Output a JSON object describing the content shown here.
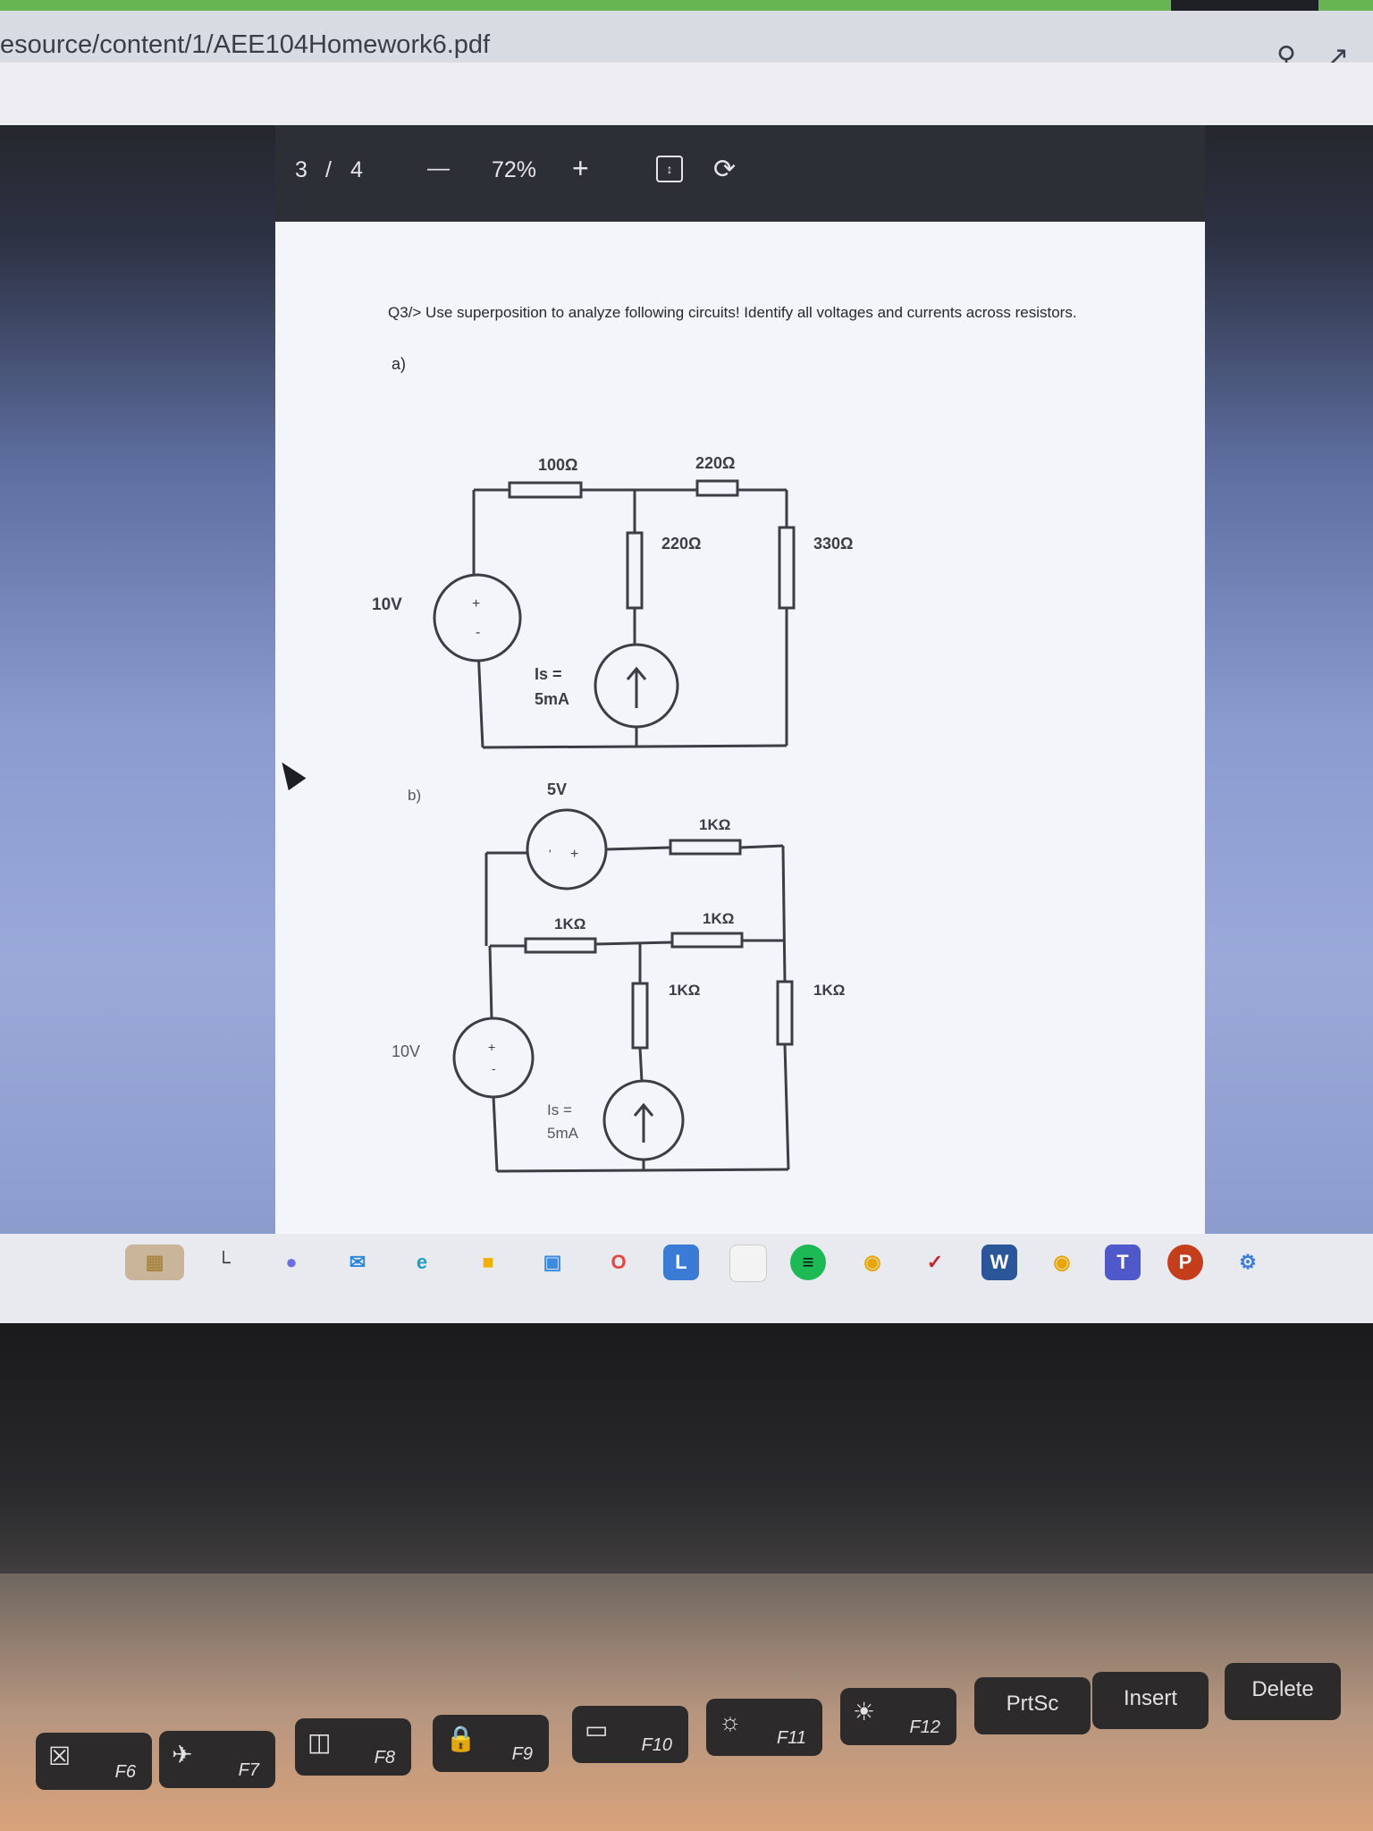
{
  "browser": {
    "url": "esource/content/1/AEE104Homework6.pdf",
    "search_icon": "search-icon",
    "share_icon": "share-icon"
  },
  "pdf_toolbar": {
    "page_current": "3",
    "page_sep": "/",
    "page_total": "4",
    "zoom_out": "—",
    "zoom": "72%",
    "zoom_in": "+"
  },
  "document": {
    "question": "Q3/> Use superposition to analyze following circuits! Identify all voltages and currents across resistors.",
    "part_a_label": "a)",
    "part_b_label": "b)",
    "circuit_a": {
      "r_top_left": "100Ω",
      "r_top_right": "220Ω",
      "r_mid": "220Ω",
      "r_right": "330Ω",
      "voltage_source": "10V",
      "current_source_line1": "Is =",
      "current_source_line2": "5mA"
    },
    "circuit_b": {
      "voltage_source_top": "5V",
      "r_top": "1KΩ",
      "r_mid_left": "1KΩ",
      "r_mid_right": "1KΩ",
      "r_center": "1KΩ",
      "r_right": "1KΩ",
      "voltage_source": "10V",
      "current_source_line1": "Is =",
      "current_source_line2": "5mA"
    }
  },
  "keyboard": {
    "f6": "F6",
    "f7": "F7",
    "f8": "F8",
    "f9": "F9",
    "f10": "F10",
    "f11": "F11",
    "f12": "F12",
    "prtsc": "PrtSc",
    "insert": "Insert",
    "delete": "Delete"
  },
  "colors": {
    "page_bg": "#f4f5fa",
    "toolbar_bg": "#2d2f36",
    "circuit_line": "#3b3e45",
    "green_tab": "#66b552"
  }
}
